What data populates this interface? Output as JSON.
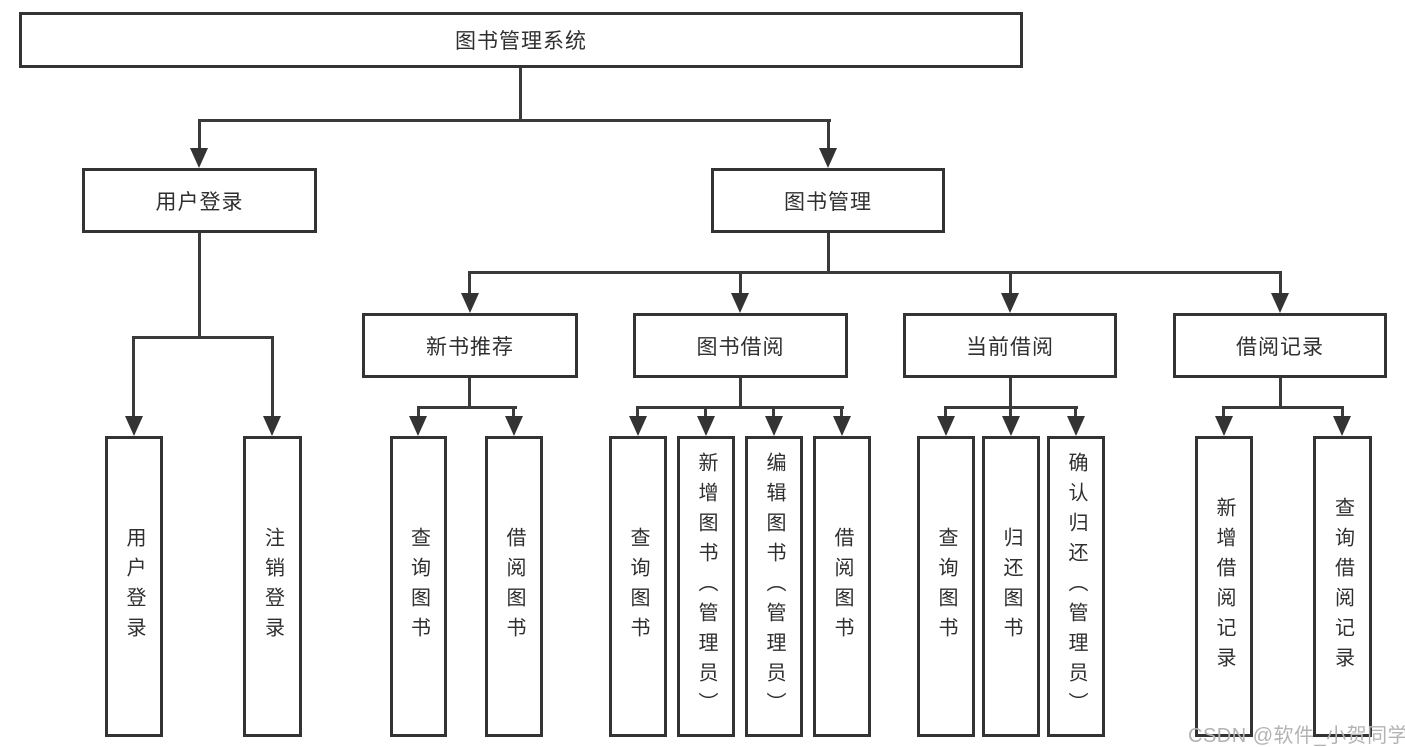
{
  "tree": {
    "label": "图书管理系统",
    "children": [
      {
        "label": "用户登录",
        "children": [
          {
            "label": "用户登录"
          },
          {
            "label": "注销登录"
          }
        ]
      },
      {
        "label": "图书管理",
        "children": [
          {
            "label": "新书推荐",
            "children": [
              {
                "label": "查询图书"
              },
              {
                "label": "借阅图书"
              }
            ]
          },
          {
            "label": "图书借阅",
            "children": [
              {
                "label": "查询图书"
              },
              {
                "label": "新增图书（管理员）"
              },
              {
                "label": "编辑图书（管理员）"
              },
              {
                "label": "借阅图书"
              }
            ]
          },
          {
            "label": "当前借阅",
            "children": [
              {
                "label": "查询图书"
              },
              {
                "label": "归还图书"
              },
              {
                "label": "确认归还（管理员）"
              }
            ]
          },
          {
            "label": "借阅记录",
            "children": [
              {
                "label": "新增借阅记录"
              },
              {
                "label": "查询借阅记录"
              }
            ]
          }
        ]
      }
    ]
  },
  "watermark": "CSDN @软件_小贺同学",
  "colors": {
    "line": "#3a3a3a",
    "border": "#333333",
    "text": "#2f2f2f",
    "watermark": "#b3b3b3",
    "background": "#ffffff"
  }
}
